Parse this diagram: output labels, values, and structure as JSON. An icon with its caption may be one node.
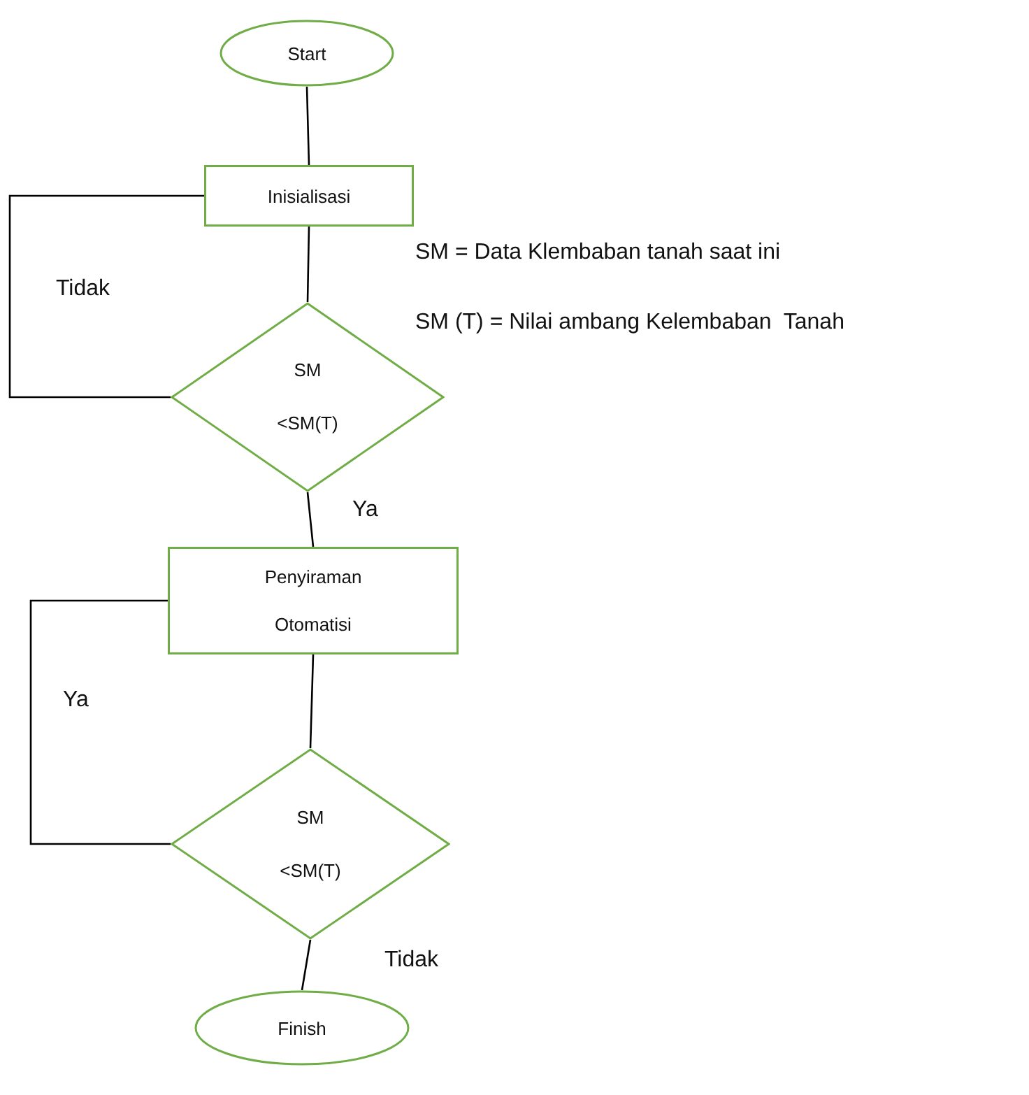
{
  "diagram": {
    "nodes": [
      {
        "text": [
          "Start"
        ]
      },
      {
        "text": [
          "Inisialisasi"
        ]
      },
      {
        "text": [
          "SM <SM(T)"
        ]
      },
      {
        "text": [
          "Penyiraman Otomatisi"
        ]
      },
      {
        "text": [
          "SM <SM(T)"
        ]
      },
      {
        "text": [
          "Finish"
        ]
      }
    ],
    "edges": [
      {
        "from": 0,
        "to": 1,
        "arrow": "none"
      },
      {
        "from": 1,
        "to": 2,
        "arrow": "none"
      },
      {
        "from": 2,
        "to": 1,
        "arrow": "none",
        "label": "Tidak"
      },
      {
        "from": 2,
        "to": 3,
        "arrow": "none",
        "label": "Ya"
      },
      {
        "from": 3,
        "to": 4,
        "arrow": "none"
      },
      {
        "from": 4,
        "to": 3,
        "arrow": "none",
        "label": "Ya"
      },
      {
        "from": 4,
        "to": 5,
        "arrow": "none",
        "label": "Tidak"
      }
    ],
    "labels": [
      "SM = Data Klembaban tanah saat ini",
      "SM (T) = Nilai ambang Kelembaban  Tanah"
    ]
  }
}
